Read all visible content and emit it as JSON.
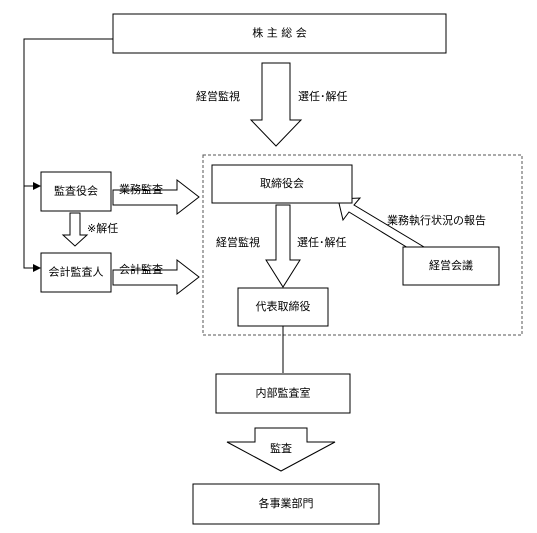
{
  "nodes": {
    "shareholders_meeting": "株 主 総 会",
    "board_of_auditors": "監査役会",
    "accounting_auditor": "会計監査人",
    "board_of_directors": "取締役会",
    "management_meeting": "経営会議",
    "representative_director": "代表取締役",
    "internal_audit_office": "内部監査室",
    "business_divisions": "各事業部門"
  },
  "labels": {
    "management_oversight_top": "経営監視",
    "appoint_dismiss_top": "選任･解任",
    "business_audit": "業務監査",
    "dismissal_note": "※解任",
    "accounting_audit": "会計監査",
    "business_execution_report": "業務執行状況の報告",
    "management_oversight_inner": "経営監視",
    "appoint_dismiss_inner": "選任･解任",
    "audit": "監査"
  }
}
